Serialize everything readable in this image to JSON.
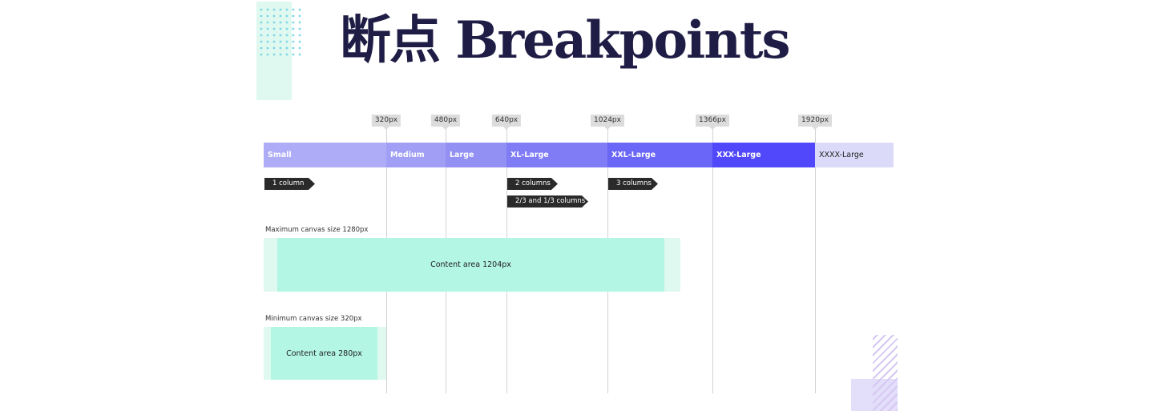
{
  "title": "断点 Breakpoints",
  "breakpoints": [
    "320px",
    "480px",
    "640px",
    "1024px",
    "1366px",
    "1920px"
  ],
  "ranges": [
    {
      "label": "Small",
      "color": "#aeacf6"
    },
    {
      "label": "Medium",
      "color": "#a09ff5"
    },
    {
      "label": "Large",
      "color": "#9290f3"
    },
    {
      "label": "XL-Large",
      "color": "#7f7cf6"
    },
    {
      "label": "XXL-Large",
      "color": "#6a66f7"
    },
    {
      "label": "XXX-Large",
      "color": "#5148fb"
    },
    {
      "label": "XXXX-Large",
      "color": "#dcdaf9"
    }
  ],
  "columns": [
    "1 column",
    "2 columns",
    "2/3 and 1/3 columns",
    "3 columns"
  ],
  "max_canvas": {
    "label": "Maximum canvas size 1280px",
    "content": "Content area 1204px"
  },
  "min_canvas": {
    "label": "Minimum canvas size 320px",
    "content": "Content area 280px"
  }
}
